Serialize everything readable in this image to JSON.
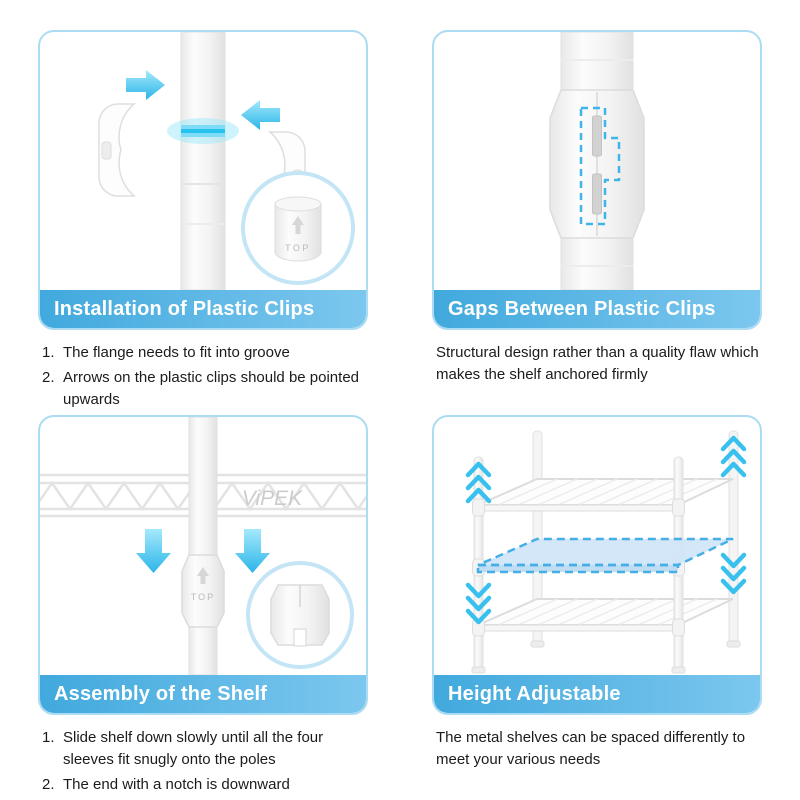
{
  "colors": {
    "panel_border": "#ABDCF3",
    "banner_blue": "#41A9DD",
    "arrow_cyan": "#38C0EE",
    "highlight_shelf": "#CFE5F7",
    "dashed_outline": "#3FB4EA"
  },
  "panels": {
    "clips": {
      "title": "Installation of Plastic Clips",
      "steps": [
        "The flange needs to fit into groove",
        "Arrows on the plastic clips should be pointed upwards"
      ],
      "top_label": "TOP"
    },
    "gaps": {
      "title": "Gaps Between Plastic Clips",
      "description": "Structural design rather than a quality flaw which makes the shelf anchored firmly"
    },
    "assembly": {
      "title": "Assembly of the Shelf",
      "steps": [
        "Slide shelf down slowly until all the four sleeves fit snugly onto the poles",
        "The end with a notch is downward"
      ],
      "brand": "ViPEK",
      "top_label": "TOP"
    },
    "height": {
      "title": "Height Adjustable",
      "description": "The metal shelves can be spaced differently to meet your various needs"
    }
  }
}
